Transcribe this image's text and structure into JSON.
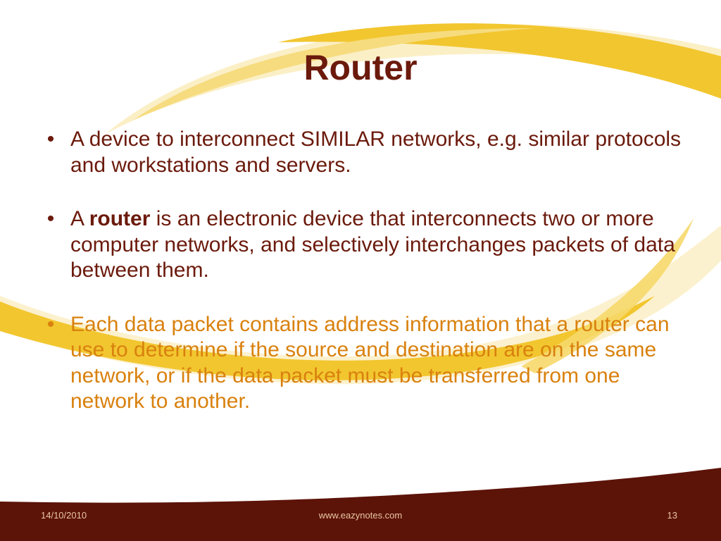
{
  "slide": {
    "title": "Router",
    "bullets": [
      {
        "text": "A device to interconnect SIMILAR networks, e.g. similar protocols and workstations and servers."
      },
      {
        "prefix": "A ",
        "bold": "router",
        "suffix": " is an electronic device that interconnects two or more computer networks, and selectively interchanges packets of data between them."
      },
      {
        "text": "Each data packet contains address information that a router can use to determine if the source and destination are on the same network, or if the data packet must be transferred from one network to another."
      }
    ],
    "bullet_symbol": "•"
  },
  "footer": {
    "date": "14/10/2010",
    "website": "www.eazynotes.com",
    "page_number": "13"
  },
  "colors": {
    "title": "#6b1a0c",
    "body_text": "#6b1a0c",
    "highlight_text": "#d9810e",
    "swoosh_gold": "#f2c62f",
    "swoosh_light": "#f8e39a",
    "footer_band": "#5c1308",
    "footer_text": "#e9c7a4"
  }
}
